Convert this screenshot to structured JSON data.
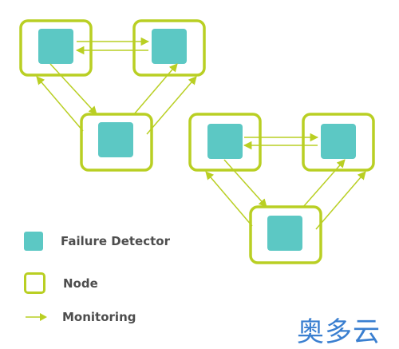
{
  "colors": {
    "detector": "#5cc8c4",
    "node_border": "#b9cf23",
    "arrow": "#b9cf23",
    "text": "#4d4d4d",
    "watermark": "#3a7fd0"
  },
  "legend": {
    "failure_detector": "Failure Detector",
    "node": "Node",
    "monitoring": "Monitoring"
  },
  "watermark": "奥多云"
}
